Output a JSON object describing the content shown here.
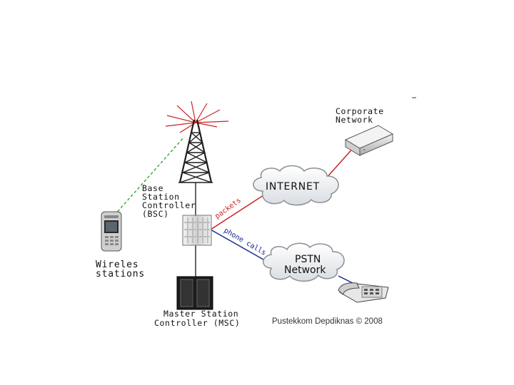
{
  "labels": {
    "corporate_line1": "Corporate",
    "corporate_line2": "Network",
    "bsc_line1": "Base",
    "bsc_line2": "Station",
    "bsc_line3": "Controller",
    "bsc_line4": "(BSC)",
    "wireless_line1": "Wireles",
    "wireless_line2": "stations",
    "msc_line1": "Master Station",
    "msc_line2": "Controller (MSC)",
    "internet": "INTERNET",
    "pstn_line1": "PSTN",
    "pstn_line2": "Network",
    "credit": "Pustekkom Depdiknas © 2008"
  },
  "edge_labels": {
    "packets": "packets",
    "phone_calls": "phone calls"
  },
  "colors": {
    "wireless_link": "#2a9d2a",
    "packets_link": "#cc2222",
    "calls_link": "#1a2a8a",
    "tower": "#222222",
    "signal": "#cc2222",
    "cloud_stroke": "#8a8f96"
  },
  "icons": {
    "tower": "antenna-tower-icon",
    "phone": "mobile-phone-icon",
    "bsc": "server-rack-icon",
    "msc": "switch-cabinet-icon",
    "router": "router-icon",
    "telephone": "desk-telephone-icon",
    "cloud": "cloud-icon"
  }
}
